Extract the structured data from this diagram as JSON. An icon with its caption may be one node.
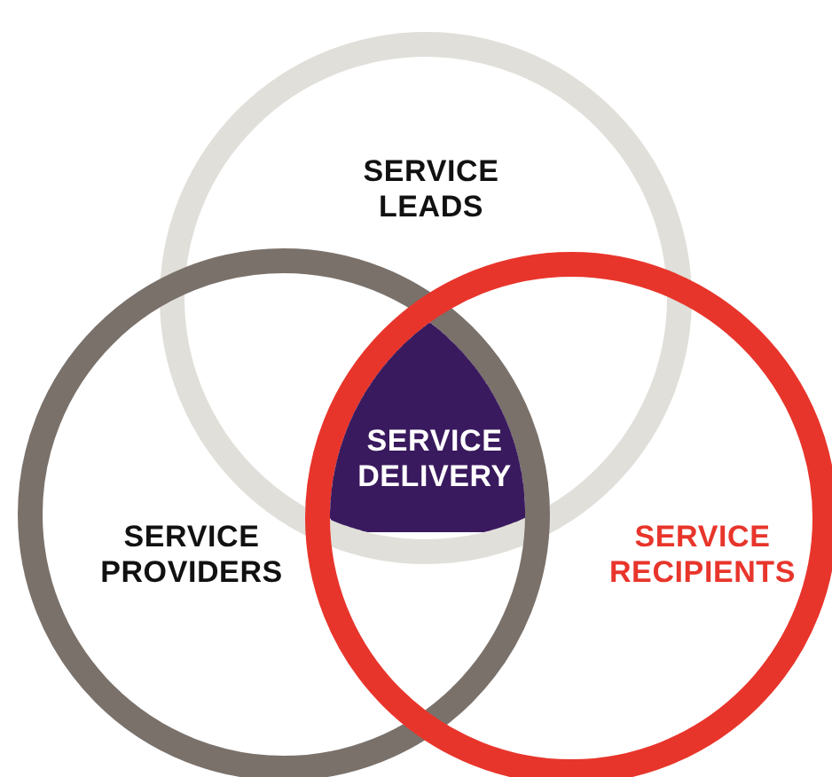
{
  "diagram": {
    "nodes": [
      {
        "text": [
          "SERVICE LEADS"
        ]
      },
      {
        "text": [
          "SERVICE PROVIDERS"
        ]
      },
      {
        "text": [
          "SERVICE RECIPIENTS"
        ]
      },
      {
        "text": [
          "SERVICE DELIVERY"
        ]
      }
    ]
  }
}
